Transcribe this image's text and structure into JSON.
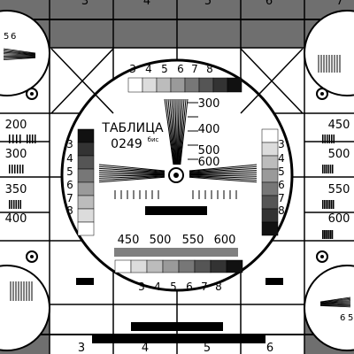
{
  "palette": {
    "background_gray": "#6f6f6f",
    "white": "#ffffff",
    "black": "#000000",
    "mid_gray": "#9a9a9a"
  },
  "test_card": {
    "title": "ТАБЛИЦА",
    "code": "0249",
    "code_superscript": "бис",
    "top_edge_labels": [
      "3",
      "4",
      "5",
      "6",
      "7"
    ],
    "bottom_edge_labels": [
      "3",
      "4",
      "5",
      "6"
    ],
    "gray_scale_digits": [
      "3",
      "4",
      "5",
      "6",
      "7",
      "8"
    ],
    "center_vertical_numbers": [
      "300",
      "400",
      "500",
      "600"
    ],
    "center_horizontal_numbers": [
      "450",
      "500",
      "550",
      "600"
    ],
    "left_resolution_labels": [
      "200",
      "300",
      "350",
      "400"
    ],
    "right_resolution_labels": [
      "450",
      "500",
      "550",
      "600"
    ],
    "corner_top_left_numbers": [
      "5",
      "6"
    ],
    "corner_bottom_right_numbers": [
      "6",
      "5"
    ]
  }
}
